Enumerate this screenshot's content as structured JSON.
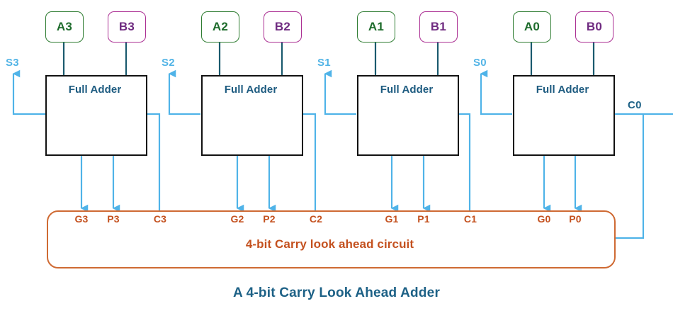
{
  "diagram": {
    "title": "A 4-bit Carry Look Ahead Adder",
    "cla_block_label": "4-bit Carry look ahead circuit",
    "adder_label": "Full Adder",
    "colors": {
      "wire": "#4fb3e8",
      "signal_line": "#1a5a6e",
      "adder_border": "#111111",
      "adder_text": "#1d5b80",
      "a_input": "#2f7d32",
      "b_input": "#ab2f93",
      "cla_border": "#cf6a33",
      "cla_text": "#c4511f",
      "s_label": "#52b4e6",
      "c_label": "#1d6186",
      "title": "#1d6186"
    },
    "stages": [
      {
        "index": 3,
        "a_label": "A3",
        "b_label": "B3",
        "sum_label": "S3",
        "carry_out_label": "C3",
        "generate_label": "G3",
        "propagate_label": "P3"
      },
      {
        "index": 2,
        "a_label": "A2",
        "b_label": "B2",
        "sum_label": "S2",
        "carry_out_label": "C2",
        "generate_label": "G2",
        "propagate_label": "P2"
      },
      {
        "index": 1,
        "a_label": "A1",
        "b_label": "B1",
        "sum_label": "S1",
        "carry_out_label": "C1",
        "generate_label": "G1",
        "propagate_label": "P1"
      },
      {
        "index": 0,
        "a_label": "A0",
        "b_label": "B0",
        "sum_label": "S0",
        "carry_out_label": "C0",
        "generate_label": "G0",
        "propagate_label": "P0"
      }
    ],
    "carry_in_label": "C0"
  }
}
